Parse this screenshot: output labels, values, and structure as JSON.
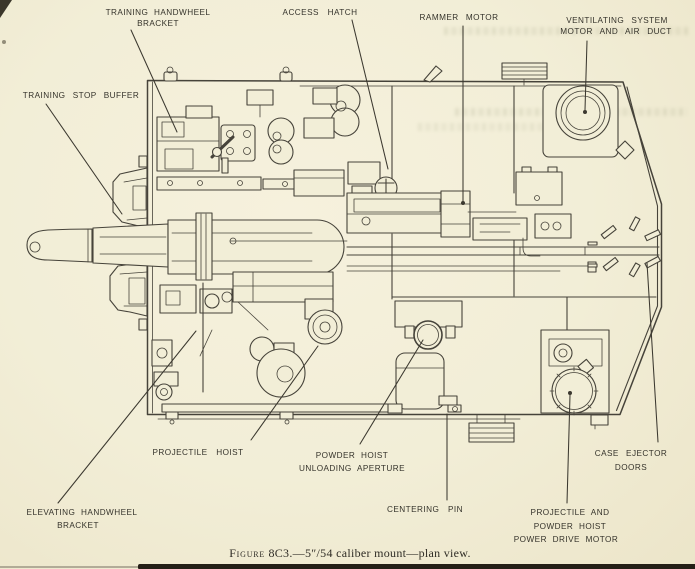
{
  "labels": {
    "training_handwheel_bracket": {
      "line1": "TRAINING HANDWHEEL",
      "line2": "BRACKET"
    },
    "access_hatch": {
      "line1": "ACCESS HATCH"
    },
    "rammer_motor": {
      "line1": "RAMMER MOTOR"
    },
    "ventilating_system": {
      "line1": "VENTILATING SYSTEM",
      "line2": "MOTOR AND AIR DUCT"
    },
    "training_stop_buffer": {
      "line1": "TRAINING STOP BUFFER"
    },
    "projectile_hoist": {
      "line1": "PROJECTILE HOIST"
    },
    "powder_hoist_unloading_aperture": {
      "line1": "POWDER HOIST",
      "line2": "UNLOADING APERTURE"
    },
    "centering_pin": {
      "line1": "CENTERING PIN"
    },
    "case_ejector_doors": {
      "line1": "CASE EJECTOR",
      "line2": "DOORS"
    },
    "power_drive_motor": {
      "line1": "PROJECTILE AND",
      "line2": "POWDER HOIST",
      "line3": "POWER DRIVE MOTOR"
    },
    "elevating_handwheel_bracket": {
      "line1": "ELEVATING HANDWHEEL",
      "line2": "BRACKET"
    }
  },
  "caption": {
    "figure_word": "Figure",
    "text": "8C3.—5″/54 caliber mount—plan view."
  },
  "colors": {
    "paper": "#f2eed7",
    "ink": "#3c3930"
  }
}
